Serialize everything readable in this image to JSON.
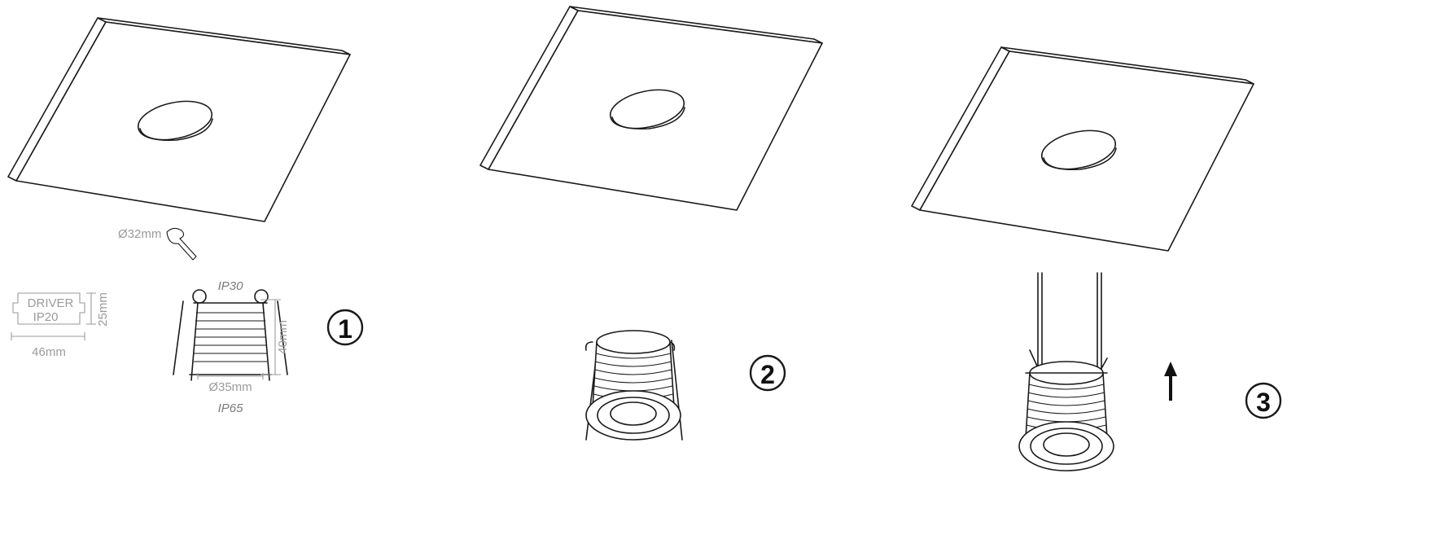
{
  "labels": {
    "hole_diameter": "Ø32mm",
    "driver_name": "DRIVER",
    "driver_ip": "IP20",
    "driver_height": "25mm",
    "driver_width": "46mm",
    "fixture_ip_top": "IP30",
    "fixture_height": "40mm",
    "fixture_diameter": "Ø35mm",
    "fixture_ip_bottom": "IP65"
  },
  "steps": [
    "1",
    "2",
    "3"
  ],
  "icons": {
    "drill": "hole-saw-icon",
    "arrow": "arrow-up-icon"
  }
}
